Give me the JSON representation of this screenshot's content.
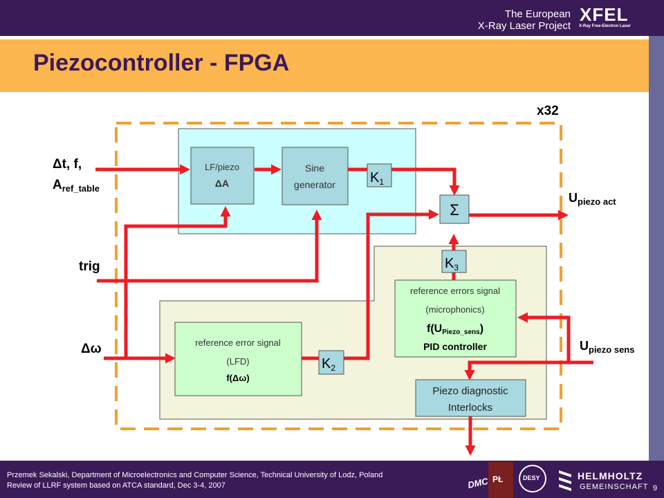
{
  "header": {
    "brand_line1": "The European",
    "brand_line2": "X-Ray Laser Project",
    "logo_text": "XFEL",
    "logo_subtext": "X-Ray Free-Electron Laser"
  },
  "slide": {
    "title": "Piezocontroller - FPGA",
    "page_number": "9"
  },
  "footer": {
    "line1": "Przemek Sekalski, Department of Microelectronics and Computer Science, Technical University of Lodz, Poland",
    "line2": "Review of LLRF system based on ATCA standard, Dec 3-4, 2007",
    "logo_dmcs": "DMCS",
    "logo_pl": "PŁ",
    "logo_desy": "DESY",
    "logo_helmholtz": "HELMHOLTZ",
    "logo_gemeinschaft": "GEMEINSCHAFT"
  },
  "diagram": {
    "multiplicity": "x32",
    "inputs": {
      "dt_f_line1": "Δt, f,",
      "aref_main": "A",
      "aref_sub": "ref_table",
      "trig": "trig",
      "dw": "Δω"
    },
    "outputs": {
      "u_main": "U",
      "act_sub": "piezo act",
      "sens_sub": "piezo sens"
    },
    "blocks": {
      "lf_piezo_line1": "LF/piezo",
      "lf_piezo_line2": "ΔA",
      "sine_line1": "Sine",
      "sine_line2": "generator",
      "sum": "Σ",
      "k": "K",
      "k1": "1",
      "k2": "2",
      "k3": "3",
      "lfd_line1": "reference error signal",
      "lfd_line2": "(LFD)",
      "lfd_line3": "f(Δω)",
      "micro_line1": "reference errors signal",
      "micro_line2": "(microphonics)",
      "micro_f": "f(U",
      "micro_sub": "Piezo_sens",
      "micro_close": ")",
      "micro_line4": "PID controller",
      "diag_line1": "Piezo diagnostic",
      "diag_line2": "Interlocks"
    },
    "colors": {
      "arrow": "#ee1c24",
      "fpga_border": "#f0a030",
      "top_region": "#ccffff",
      "bottom_region": "#f4f4dc",
      "green_block": "#ccffcc",
      "blue_block": "#a8d8e0"
    }
  }
}
